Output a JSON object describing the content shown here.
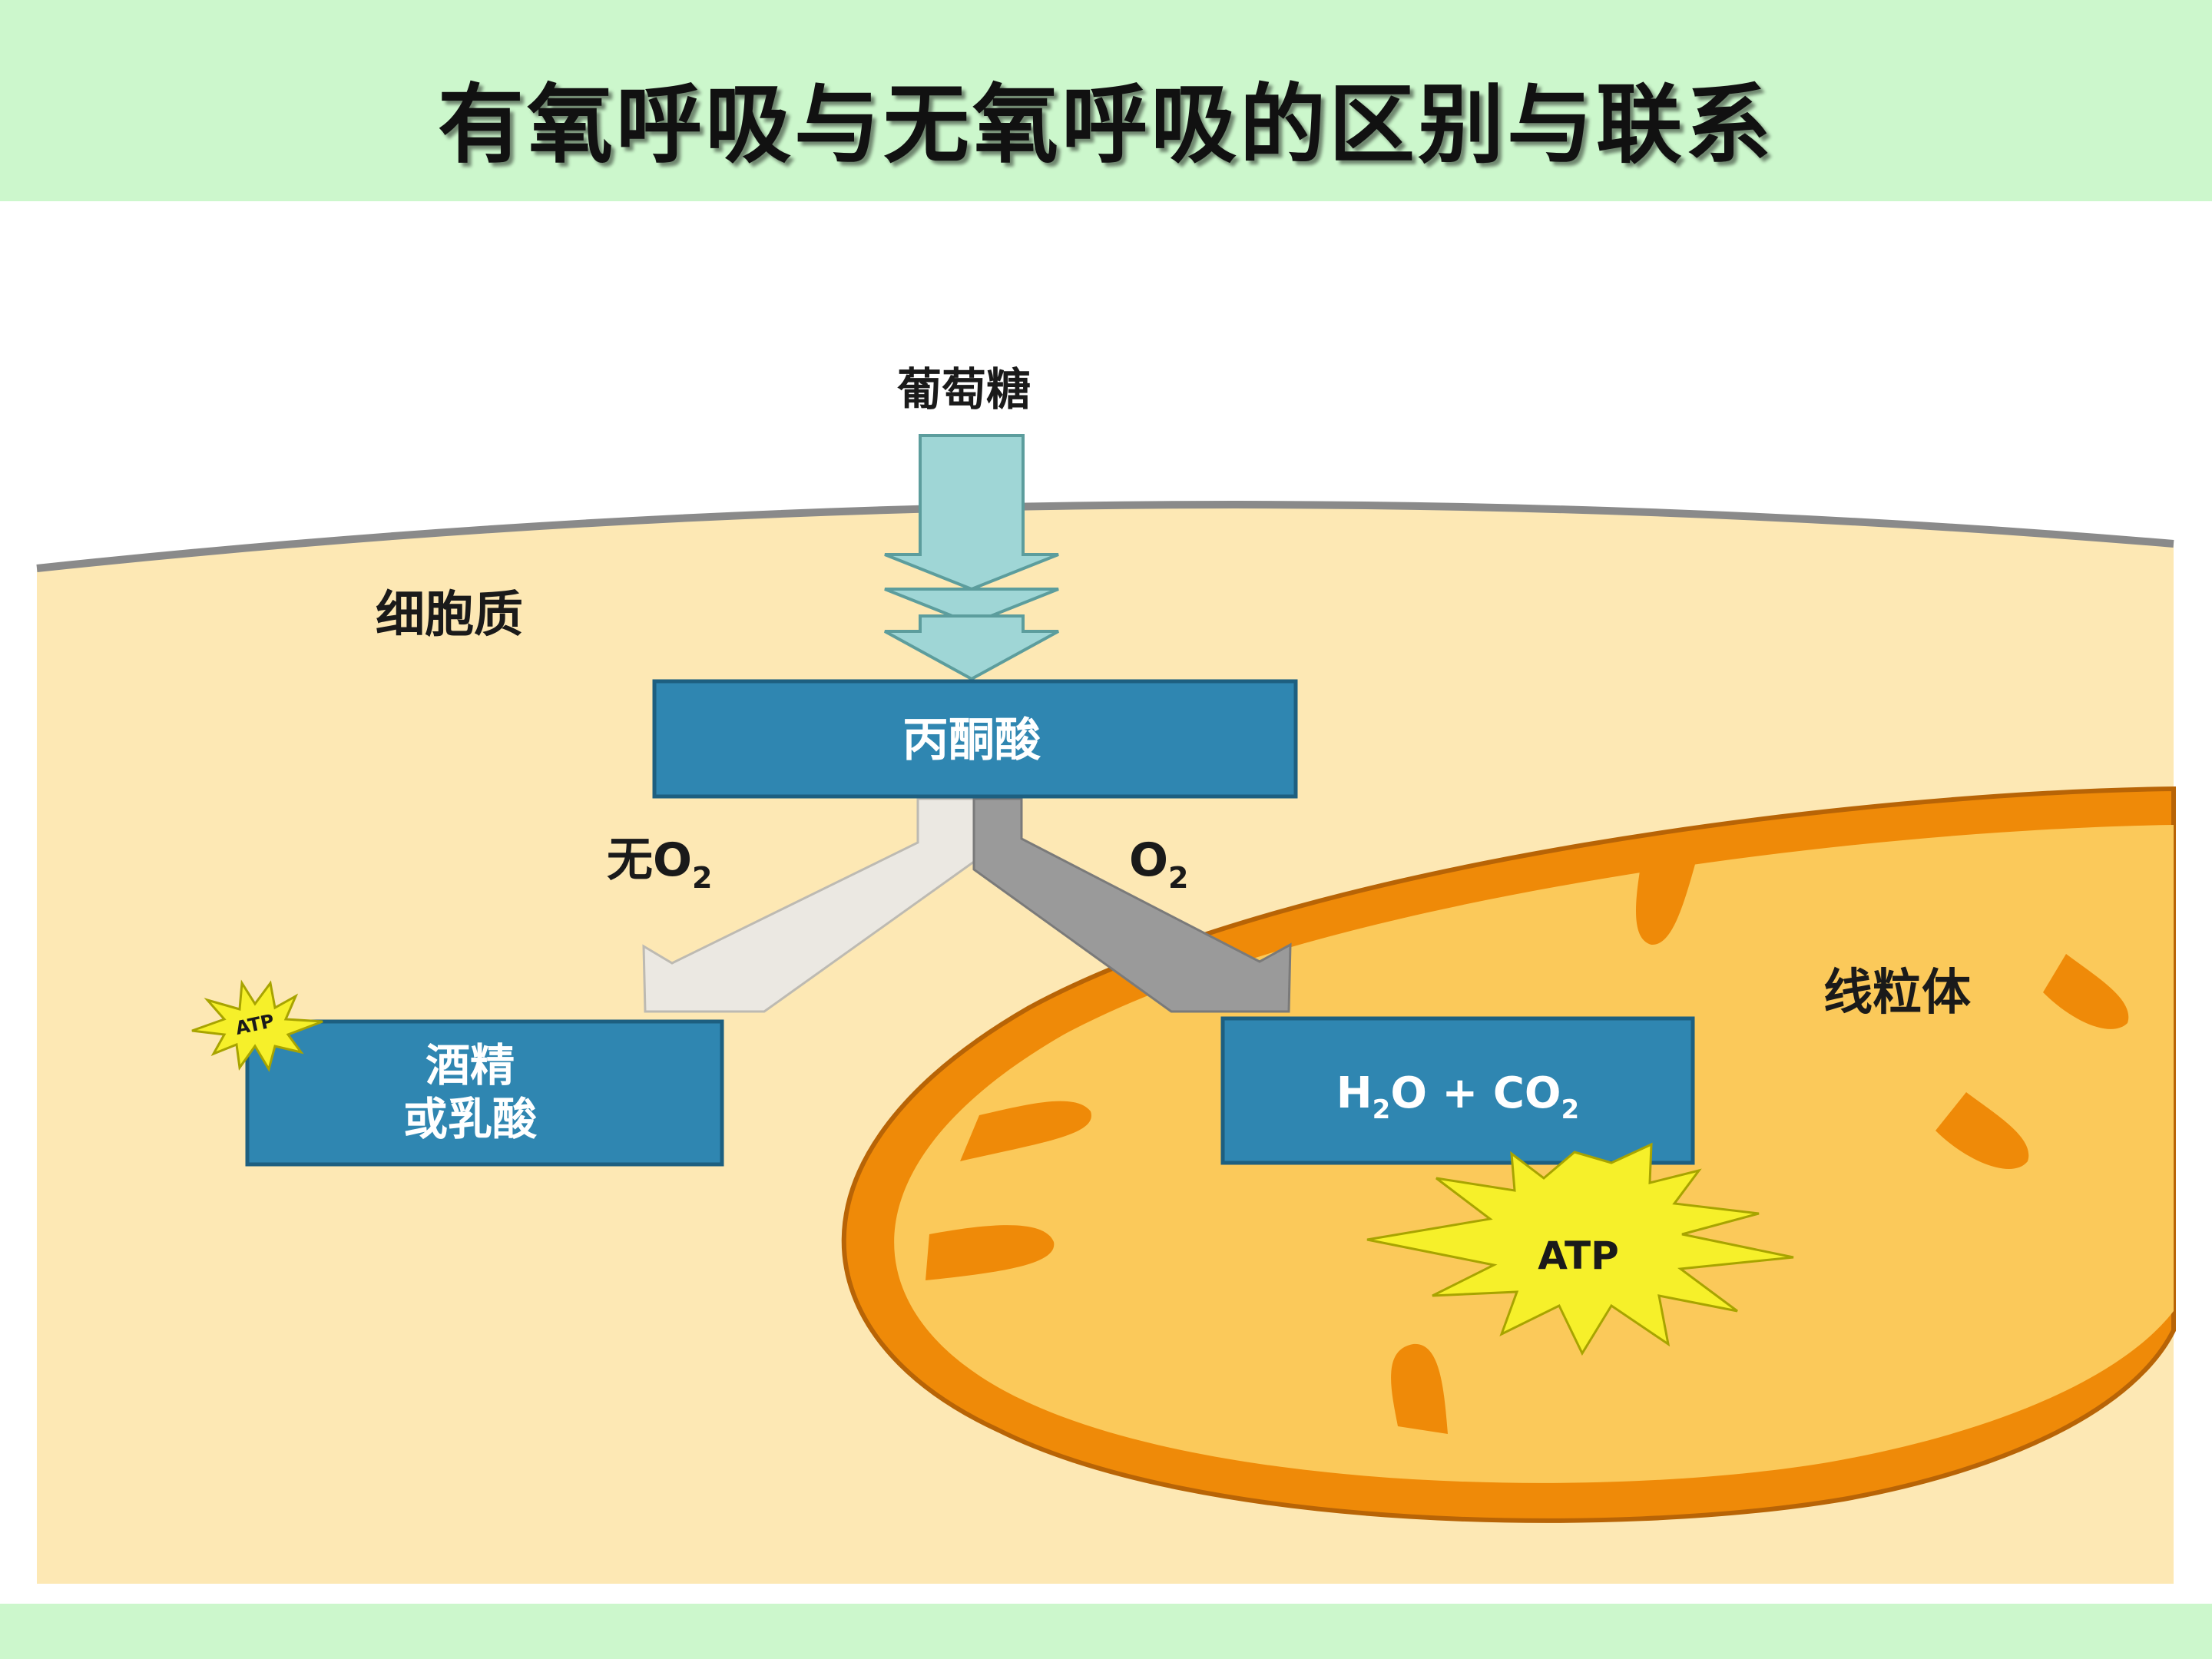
{
  "title": "有氧呼吸与无氧呼吸的区别与联系",
  "labels": {
    "glucose": "葡萄糖",
    "cytoplasm": "细胞质",
    "pyruvate": "丙酮酸",
    "no_o2_prefix": "无",
    "o2_letter": "O",
    "subscript_2": "2",
    "mitochondria": "线粒体",
    "alcohol_line1": "酒精",
    "alcohol_line2": "或乳酸",
    "h": "H",
    "o_plus_co": "O + CO",
    "atp_small": "ATP",
    "atp_large": "ATP"
  },
  "colors": {
    "header_bg": "#ccf7cc",
    "cytoplasm": "#fde8b4",
    "mito_outer": "#ef8a08",
    "mito_matrix": "#fbc95a",
    "box_blue": "#2f86b1",
    "arrow_glucose": "#9fd6d6",
    "arrow_anaerobic": "#ebe8e2",
    "arrow_aerobic": "#9a9a9a",
    "atp_star": "#f6f02a"
  }
}
